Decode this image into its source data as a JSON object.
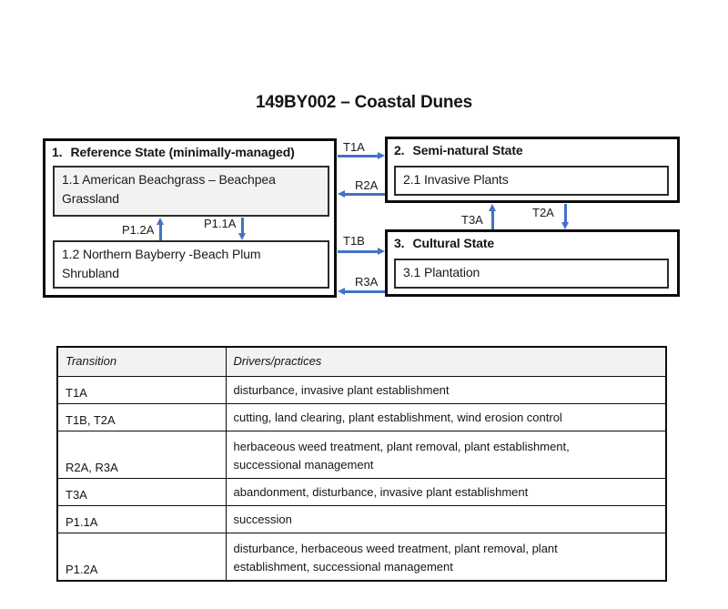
{
  "title": "149BY002 – Coastal Dunes",
  "diagram": {
    "arrow_color": "#4472C4",
    "states": [
      {
        "number": "1.",
        "name": "Reference State (minimally-managed)",
        "communities": [
          {
            "label": "1.1 American Beachgrass – Beachpea Grassland"
          },
          {
            "label": "1.2 Northern Bayberry -Beach Plum Shrubland"
          }
        ]
      },
      {
        "number": "2.",
        "name": "Semi-natural State",
        "communities": [
          {
            "label": "2.1 Invasive Plants"
          }
        ]
      },
      {
        "number": "3.",
        "name": "Cultural State",
        "communities": [
          {
            "label": "3.1 Plantation"
          }
        ]
      }
    ],
    "transitions": {
      "t1a": "T1A",
      "r2a": "R2A",
      "t1b": "T1B",
      "r3a": "R3A",
      "t3a": "T3A",
      "t2a": "T2A",
      "p11a": "P1.1A",
      "p12a": "P1.2A"
    }
  },
  "table": {
    "headers": [
      "Transition",
      "Drivers/practices"
    ],
    "rows": [
      {
        "transition": "T1A",
        "drivers": "disturbance, invasive plant establishment"
      },
      {
        "transition": "T1B, T2A",
        "drivers": "cutting, land clearing, plant establishment, wind erosion control"
      },
      {
        "transition": "R2A, R3A",
        "drivers": "herbaceous weed treatment, plant removal, plant establishment, successional management"
      },
      {
        "transition": "T3A",
        "drivers": "abandonment, disturbance, invasive plant establishment"
      },
      {
        "transition": "P1.1A",
        "drivers": "succession"
      },
      {
        "transition": "P1.2A",
        "drivers": "disturbance, herbaceous weed treatment, plant removal, plant establishment, successional management"
      }
    ]
  }
}
